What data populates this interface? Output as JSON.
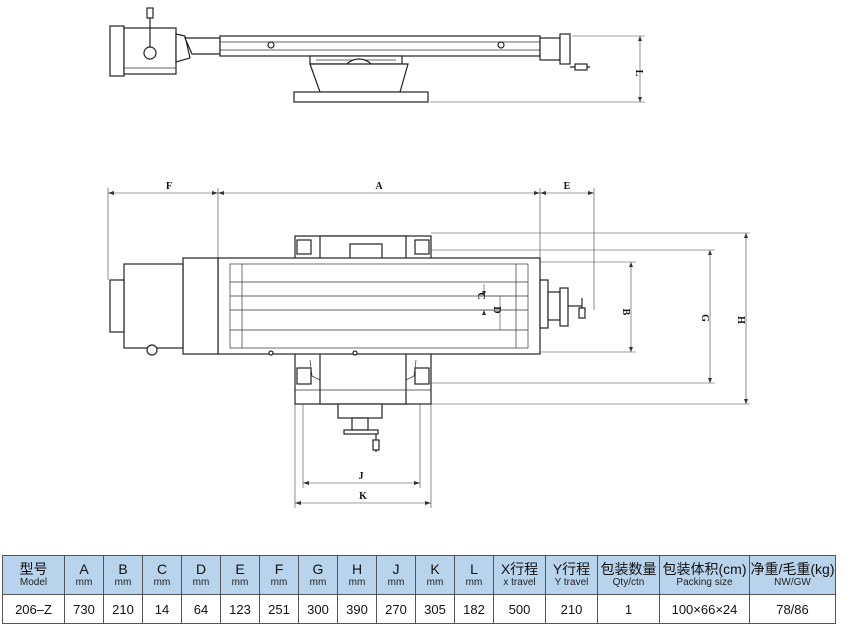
{
  "dimension_labels": {
    "F": "F",
    "A": "A",
    "E": "E",
    "L": "L",
    "C": "C",
    "D": "D",
    "B": "B",
    "G": "G",
    "H": "H",
    "J": "J",
    "K": "K"
  },
  "spec_table": {
    "headers": [
      {
        "main": "型号",
        "sub": "Model"
      },
      {
        "main": "A",
        "sub": "mm"
      },
      {
        "main": "B",
        "sub": "mm"
      },
      {
        "main": "C",
        "sub": "mm"
      },
      {
        "main": "D",
        "sub": "mm"
      },
      {
        "main": "E",
        "sub": "mm"
      },
      {
        "main": "F",
        "sub": "mm"
      },
      {
        "main": "G",
        "sub": "mm"
      },
      {
        "main": "H",
        "sub": "mm"
      },
      {
        "main": "J",
        "sub": "mm"
      },
      {
        "main": "K",
        "sub": "mm"
      },
      {
        "main": "L",
        "sub": "mm"
      },
      {
        "main": "X行程",
        "sub": "x travel"
      },
      {
        "main": "Y行程",
        "sub": "Y travel"
      },
      {
        "main": "包装数量",
        "sub": "Qty/ctn"
      },
      {
        "main": "包装体积(cm)",
        "sub": "Packing size"
      },
      {
        "main": "净重/毛重(kg)",
        "sub": "NW/GW"
      }
    ],
    "rows": [
      [
        "206–Z",
        "730",
        "210",
        "14",
        "64",
        "123",
        "251",
        "300",
        "390",
        "270",
        "305",
        "182",
        "500",
        "210",
        "1",
        "100×66×24",
        "78/86"
      ]
    ]
  }
}
